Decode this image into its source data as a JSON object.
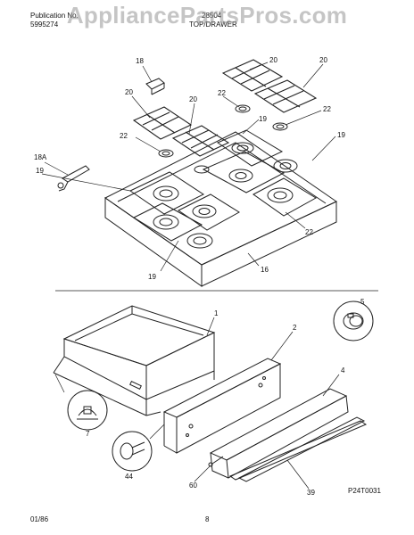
{
  "header": {
    "publication_label": "Publication No.",
    "publication_number": "5995274",
    "model": "28504",
    "section": "TOP/DRAWER"
  },
  "watermark": "AppliancePartsPros.com",
  "callouts": {
    "top": [
      "18",
      "20",
      "20",
      "20",
      "20",
      "22",
      "22",
      "22",
      "19",
      "19",
      "19",
      "19",
      "18A",
      "22",
      "16"
    ],
    "drawer": [
      "1",
      "2",
      "4",
      "5",
      "7",
      "44",
      "60",
      "39"
    ]
  },
  "footer": {
    "date": "01/86",
    "page": "8",
    "diagram_code": "P24T0031"
  }
}
